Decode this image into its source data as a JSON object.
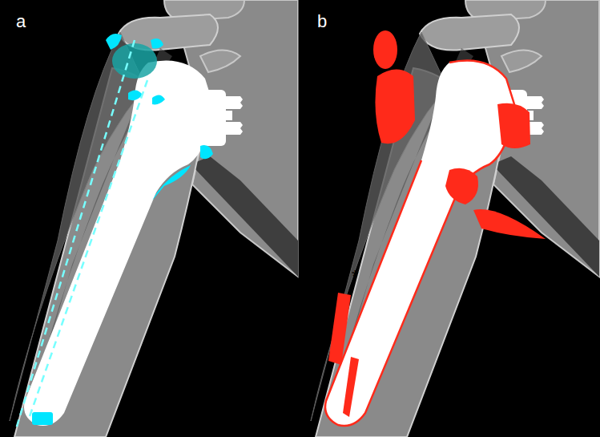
{
  "diagram": {
    "labels": [
      "a",
      "b",
      "*"
    ]
  }
}
